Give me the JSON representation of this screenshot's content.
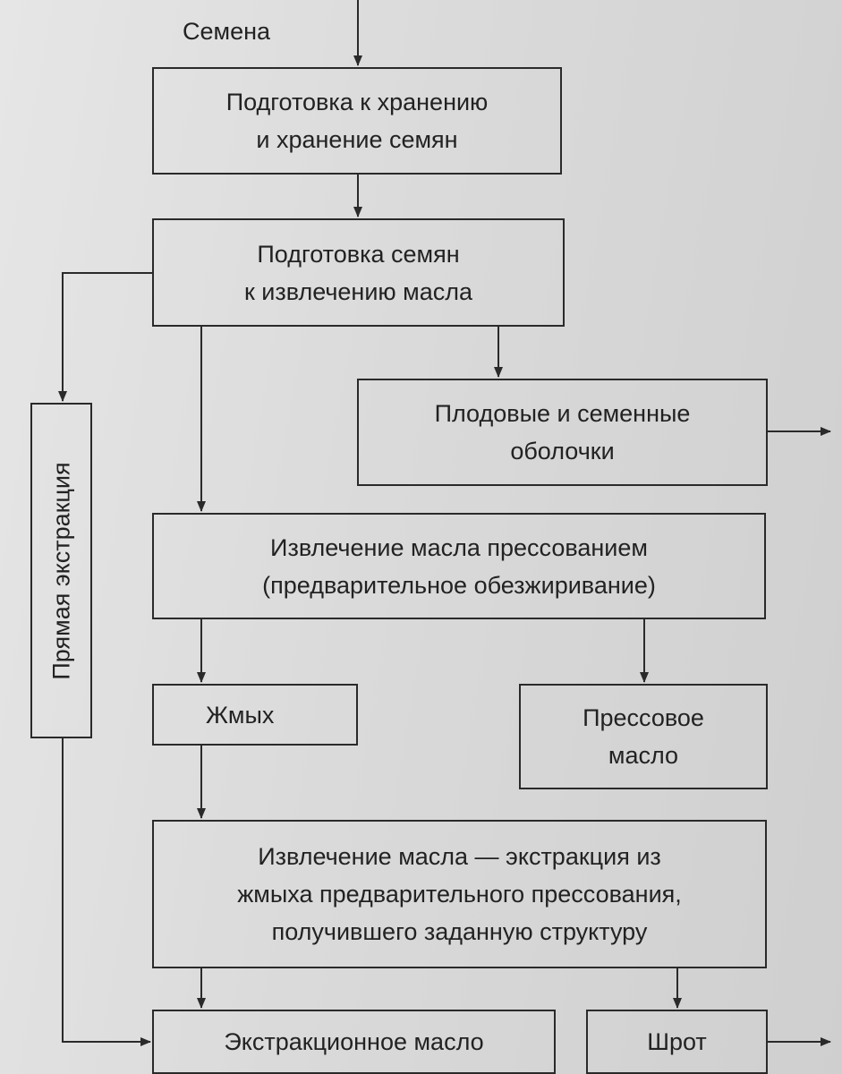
{
  "input_label": "Семена",
  "nodes": {
    "storage": "Подготовка к хранению\nи хранение семян",
    "prep": "Подготовка семян\nк извлечению масла",
    "husks": "Плодовые и семенные\nоболочки",
    "press": "Извлечение масла прессованием\n(предварительное обезжиривание)",
    "cake": "Жмых",
    "press_oil": "Прессовое\nмасло",
    "extraction": "Извлечение масла — экстракция из\nжмыха предварительного прессования,\nполучившего заданную структуру",
    "extraction_oil": "Экстракционное масло",
    "meal": "Шрот",
    "direct": "Прямая экстракция"
  },
  "colors": {
    "line": "#2a2a2a",
    "paper": "#dcdcdc"
  }
}
